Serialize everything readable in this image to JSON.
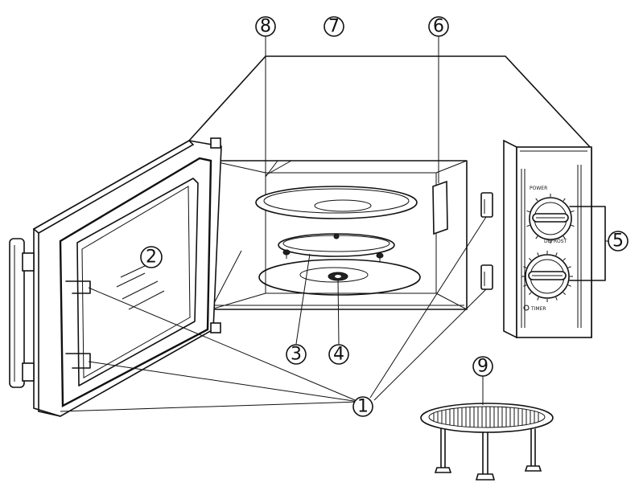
{
  "callouts": [
    {
      "id": "1",
      "label": "1"
    },
    {
      "id": "2",
      "label": "2"
    },
    {
      "id": "3",
      "label": "3"
    },
    {
      "id": "4",
      "label": "4"
    },
    {
      "id": "5",
      "label": "5"
    },
    {
      "id": "6",
      "label": "6"
    },
    {
      "id": "7",
      "label": "7"
    },
    {
      "id": "8",
      "label": "8"
    },
    {
      "id": "9",
      "label": "9"
    }
  ],
  "control_panel": {
    "power_label": "POWER",
    "timer_label": "TIMER",
    "defrost_label": "DEFROST"
  }
}
